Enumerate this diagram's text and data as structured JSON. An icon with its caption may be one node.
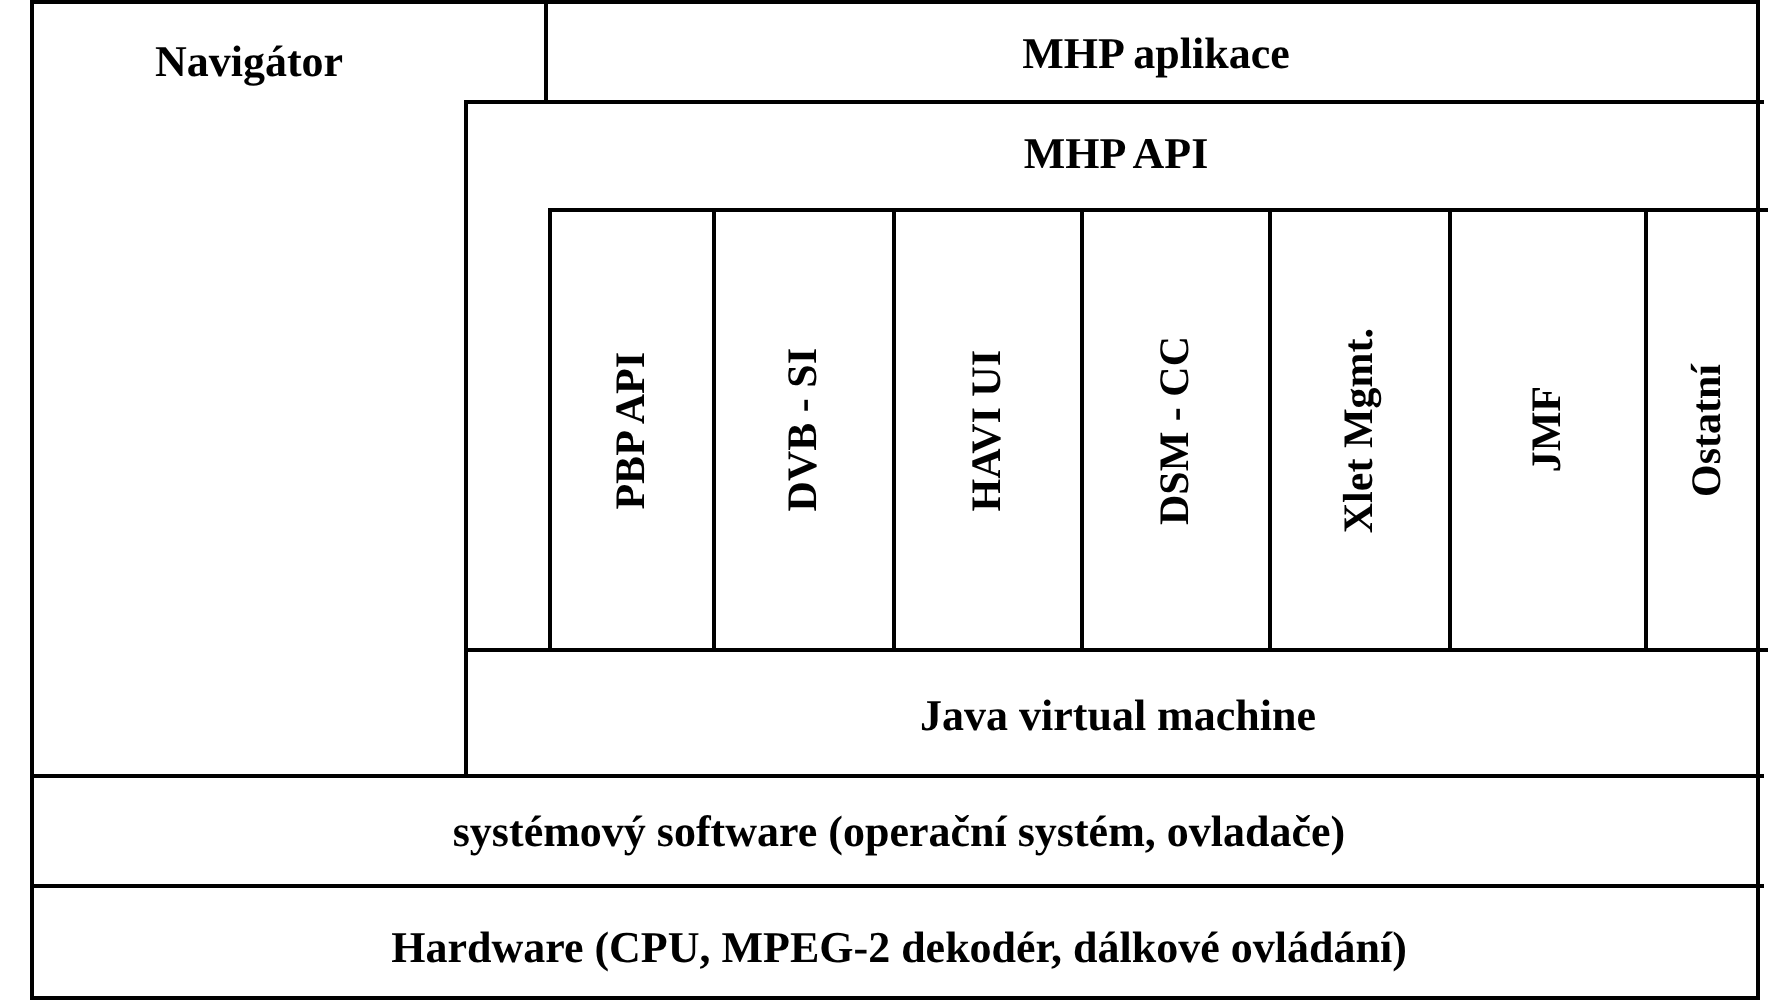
{
  "diagram": {
    "nodes": [
      {
        "text": [
          "Navigátor"
        ]
      },
      {
        "text": [
          "MHP aplikace"
        ]
      },
      {
        "text": [
          "MHP API"
        ]
      },
      {
        "text": [
          "PBP API"
        ],
        "in": 2
      },
      {
        "text": [
          "DVB - SI"
        ],
        "in": 2
      },
      {
        "text": [
          "HAVI UI"
        ],
        "in": 2
      },
      {
        "text": [
          "DSM - CC"
        ],
        "in": 2
      },
      {
        "text": [
          "Xlet Mgmt."
        ],
        "in": 2
      },
      {
        "text": [
          "JMF"
        ],
        "in": 2
      },
      {
        "text": [
          "Ostatní"
        ],
        "in": 2
      },
      {
        "text": [
          "Java virtual machine"
        ],
        "in": 2
      },
      {
        "text": [
          "systémový software (operační systém, ovladače)"
        ]
      },
      {
        "text": [
          "Hardware (CPU, MPEG-2 dekodér, dálkové ovládání)"
        ]
      }
    ]
  }
}
